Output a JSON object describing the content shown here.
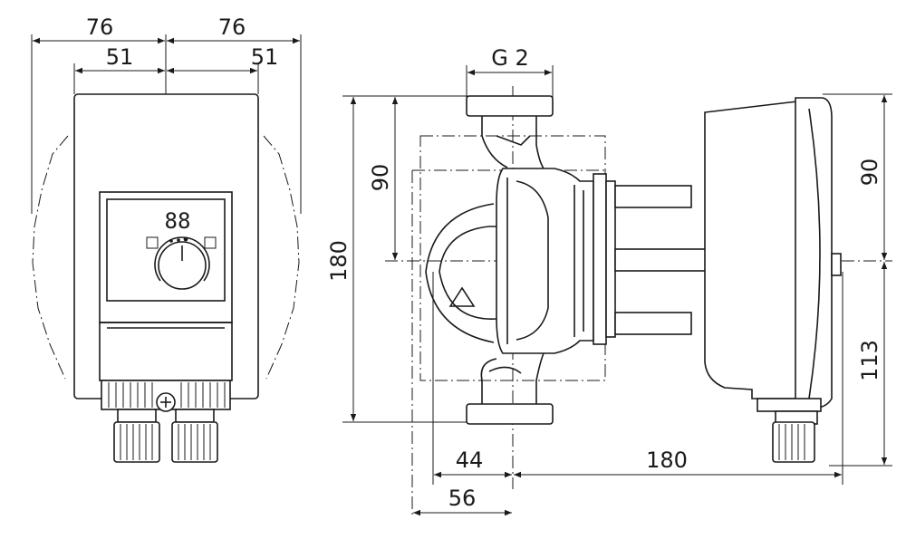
{
  "dimensions": {
    "front_width_left": "76",
    "front_width_right": "76",
    "front_inner_left": "51",
    "front_inner_right": "51",
    "thread": "G 2",
    "overall_height": "180",
    "upper_height": "90",
    "right_upper_height": "90",
    "right_lower_height": "113",
    "offset_small": "44",
    "offset_large": "56",
    "depth": "180"
  },
  "display": {
    "digits": "88"
  },
  "colors": {
    "line": "#1a1a1a",
    "background": "#ffffff"
  },
  "icons": [
    "arrow-head-icon",
    "flow-direction-icon",
    "screw-icon",
    "mode-icon"
  ]
}
